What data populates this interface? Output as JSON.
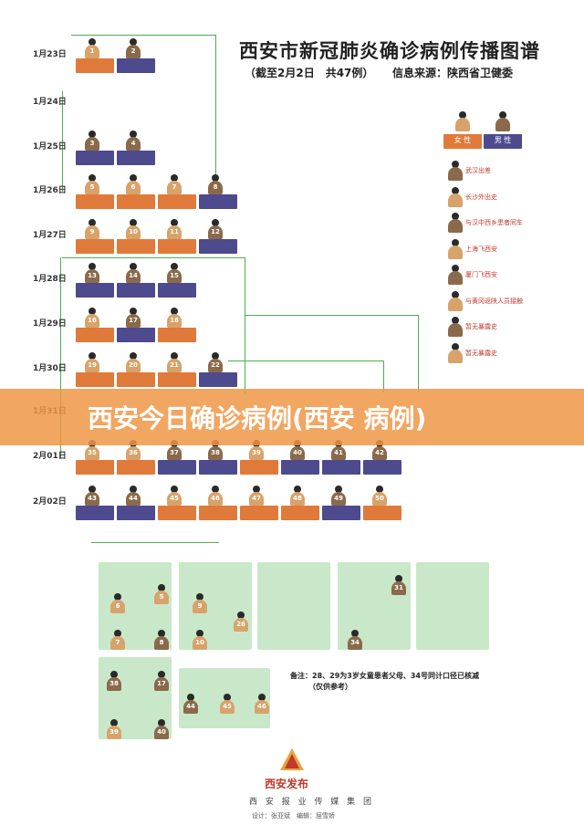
{
  "header": {
    "title": "西安市新冠肺炎确诊病例传播图谱",
    "subtitle": "（截至2月2日　共47例）",
    "source": "信息来源：陕西省卫健委"
  },
  "dates": [
    {
      "label": "1月23日",
      "row": 0
    },
    {
      "label": "1月24日",
      "row": 1
    },
    {
      "label": "1月25日",
      "row": 2
    },
    {
      "label": "1月26日",
      "row": 3
    },
    {
      "label": "1月27日",
      "row": 4
    },
    {
      "label": "1月28日",
      "row": 5
    },
    {
      "label": "1月29日",
      "row": 6
    },
    {
      "label": "1月30日",
      "row": 7
    },
    {
      "label": "1月31日",
      "row": 8
    },
    {
      "label": "2月01日",
      "row": 9
    },
    {
      "label": "2月02日",
      "row": 10
    }
  ],
  "legend": {
    "female": "女 性",
    "male": "男 性",
    "items": [
      "武汉出差",
      "长沙外出史",
      "与汉中西乡患者同车",
      "上海飞西安",
      "厦门飞西安",
      "与黄冈返陕人员接触",
      "暂无暴露史",
      "暂无暴露史"
    ]
  },
  "banner": {
    "text": "西安今日确诊病例(西安 病例)"
  },
  "note": {
    "line1": "备注：28、29为3岁女童患者父母、34号同计口径已核减",
    "line2": "（仅供参考）"
  },
  "footer": {
    "logo": "西安发布",
    "org": "西 安 报 业 传 媒 集 团",
    "credit": "设计：张亚斌　编辑：屈雪娇"
  },
  "cases": [
    {
      "n": "1",
      "sex": "f",
      "row": 0,
      "col": 0
    },
    {
      "n": "2",
      "sex": "m",
      "row": 0,
      "col": 1
    },
    {
      "n": "3",
      "sex": "m",
      "row": 2,
      "col": 0
    },
    {
      "n": "4",
      "sex": "m",
      "row": 2,
      "col": 1
    },
    {
      "n": "5",
      "sex": "f",
      "row": 3,
      "col": 0
    },
    {
      "n": "6",
      "sex": "f",
      "row": 3,
      "col": 1
    },
    {
      "n": "7",
      "sex": "f",
      "row": 3,
      "col": 2
    },
    {
      "n": "8",
      "sex": "m",
      "row": 3,
      "col": 3
    },
    {
      "n": "9",
      "sex": "f",
      "row": 4,
      "col": 0
    },
    {
      "n": "10",
      "sex": "f",
      "row": 4,
      "col": 1
    },
    {
      "n": "11",
      "sex": "f",
      "row": 4,
      "col": 2
    },
    {
      "n": "12",
      "sex": "m",
      "row": 4,
      "col": 3
    },
    {
      "n": "13",
      "sex": "m",
      "row": 5,
      "col": 0
    },
    {
      "n": "14",
      "sex": "m",
      "row": 5,
      "col": 1
    },
    {
      "n": "15",
      "sex": "m",
      "row": 5,
      "col": 2
    },
    {
      "n": "16",
      "sex": "f",
      "row": 6,
      "col": 0
    },
    {
      "n": "17",
      "sex": "m",
      "row": 6,
      "col": 1
    },
    {
      "n": "18",
      "sex": "f",
      "row": 6,
      "col": 2
    },
    {
      "n": "19",
      "sex": "f",
      "row": 7,
      "col": 0
    },
    {
      "n": "20",
      "sex": "f",
      "row": 7,
      "col": 1
    },
    {
      "n": "21",
      "sex": "f",
      "row": 7,
      "col": 2
    },
    {
      "n": "22",
      "sex": "m",
      "row": 7,
      "col": 3
    },
    {
      "n": "35",
      "sex": "f",
      "row": 9,
      "col": 0
    },
    {
      "n": "36",
      "sex": "f",
      "row": 9,
      "col": 1
    },
    {
      "n": "37",
      "sex": "m",
      "row": 9,
      "col": 2
    },
    {
      "n": "38",
      "sex": "m",
      "row": 9,
      "col": 3
    },
    {
      "n": "39",
      "sex": "f",
      "row": 9,
      "col": 4
    },
    {
      "n": "40",
      "sex": "m",
      "row": 9,
      "col": 5
    },
    {
      "n": "41",
      "sex": "m",
      "row": 9,
      "col": 6
    },
    {
      "n": "42",
      "sex": "m",
      "row": 9,
      "col": 7
    },
    {
      "n": "43",
      "sex": "m",
      "row": 10,
      "col": 0
    },
    {
      "n": "44",
      "sex": "m",
      "row": 10,
      "col": 1
    },
    {
      "n": "45",
      "sex": "f",
      "row": 10,
      "col": 2
    },
    {
      "n": "46",
      "sex": "f",
      "row": 10,
      "col": 3
    },
    {
      "n": "47",
      "sex": "f",
      "row": 10,
      "col": 4
    },
    {
      "n": "48",
      "sex": "f",
      "row": 10,
      "col": 5
    },
    {
      "n": "49",
      "sex": "m",
      "row": 10,
      "col": 6
    },
    {
      "n": "50",
      "sex": "f",
      "row": 10,
      "col": 7
    }
  ],
  "lower": [
    {
      "n": "5",
      "sex": "f"
    },
    {
      "n": "6",
      "sex": "f"
    },
    {
      "n": "7",
      "sex": "f"
    },
    {
      "n": "8",
      "sex": "m"
    },
    {
      "n": "26",
      "sex": "f"
    },
    {
      "n": "9",
      "sex": "f"
    },
    {
      "n": "10",
      "sex": "f"
    },
    {
      "n": "31",
      "sex": "m"
    },
    {
      "n": "34",
      "sex": "m"
    },
    {
      "n": "38",
      "sex": "m"
    },
    {
      "n": "17",
      "sex": "m"
    },
    {
      "n": "39",
      "sex": "f"
    },
    {
      "n": "40",
      "sex": "m"
    },
    {
      "n": "44",
      "sex": "m"
    },
    {
      "n": "45",
      "sex": "f"
    },
    {
      "n": "46",
      "sex": "f"
    }
  ]
}
